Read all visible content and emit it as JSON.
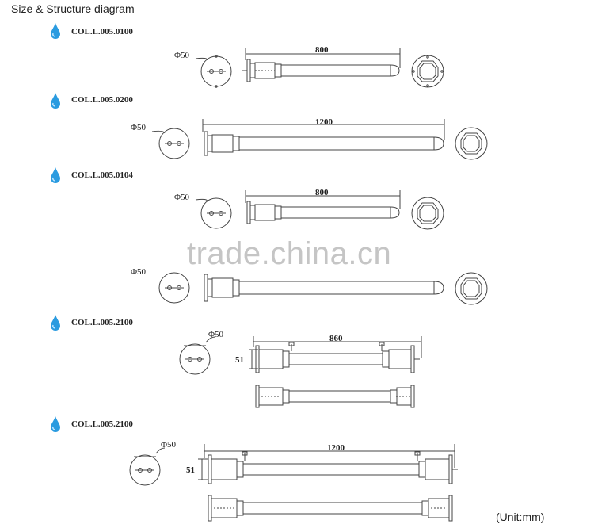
{
  "page": {
    "heading": "Size & Structure diagram",
    "unit": "(Unit:mm)",
    "watermark": "trade.china.cn"
  },
  "colors": {
    "drop": "#2a9be0",
    "line": "#444444"
  },
  "models": [
    {
      "code": "COL.L.005.0100",
      "length_label": "800",
      "diameter_label": "Φ50"
    },
    {
      "code": "COL.L.005.0200",
      "length_label": "1200",
      "diameter_label": "Φ50"
    },
    {
      "code": "COL.L.005.0104",
      "length_label": "800",
      "diameter_label": "Φ50"
    },
    {
      "code": "",
      "length_label": "",
      "diameter_label": "Φ50"
    },
    {
      "code": "COL.L.005.2100",
      "length_label": "860",
      "diameter_label": "Φ50",
      "height_label": "51"
    },
    {
      "code": "COL.L.005.2100",
      "length_label": "1200",
      "diameter_label": "Φ50",
      "height_label": "51"
    }
  ]
}
